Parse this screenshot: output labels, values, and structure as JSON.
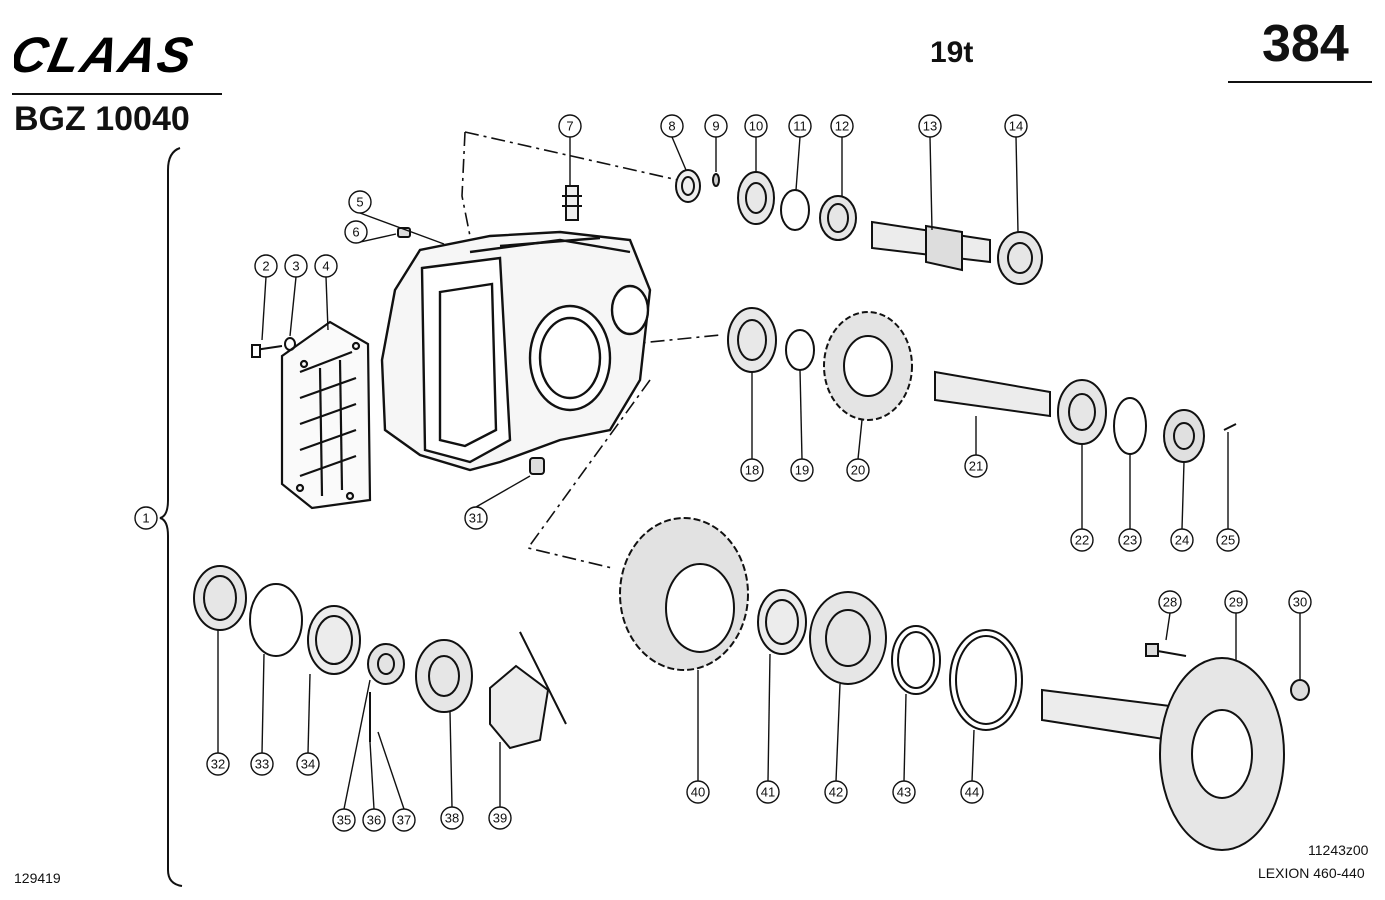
{
  "header": {
    "brand": "CLAAS",
    "part_group_code": "BGZ 10040",
    "group_label": "19t",
    "page_number": "384"
  },
  "footer": {
    "document_number": "129419",
    "drawing_number": "11243z00",
    "model_range": "LEXION 460-440"
  },
  "callouts": [
    "1",
    "2",
    "3",
    "4",
    "5",
    "6",
    "7",
    "8",
    "9",
    "10",
    "11",
    "12",
    "13",
    "14",
    "18",
    "19",
    "20",
    "21",
    "22",
    "23",
    "24",
    "25",
    "28",
    "29",
    "30",
    "31",
    "32",
    "33",
    "34",
    "35",
    "36",
    "37",
    "38",
    "39",
    "40",
    "41",
    "42",
    "43",
    "44"
  ]
}
